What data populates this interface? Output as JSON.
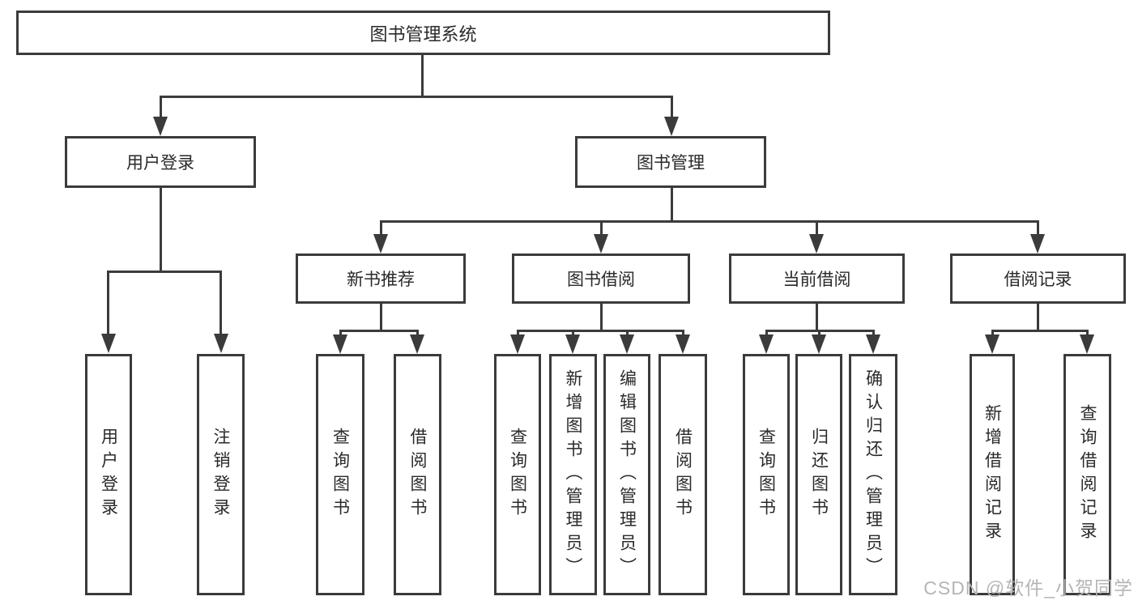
{
  "tree": {
    "root": {
      "label": "图书管理系统"
    },
    "branches": [
      {
        "label": "用户登录",
        "leaves": [
          "用户登录",
          "注销登录"
        ]
      },
      {
        "label": "图书管理",
        "groups": [
          {
            "label": "新书推荐",
            "leaves": [
              "查询图书",
              "借阅图书"
            ]
          },
          {
            "label": "图书借阅",
            "leaves": [
              "查询图书",
              "新增图书（管理员）",
              "编辑图书（管理员）",
              "借阅图书"
            ]
          },
          {
            "label": "当前借阅",
            "leaves": [
              "查询图书",
              "归还图书",
              "确认归还（管理员）"
            ]
          },
          {
            "label": "借阅记录",
            "leaves": [
              "新增借阅记录",
              "查询借阅记录"
            ]
          }
        ]
      }
    ]
  },
  "watermark": {
    "text": "CSDN @软件_小贺同学"
  },
  "colors": {
    "line": "#3b3b3b",
    "text": "#2a2a2a",
    "background": "#ffffff",
    "watermark": "#b5b5b5"
  }
}
